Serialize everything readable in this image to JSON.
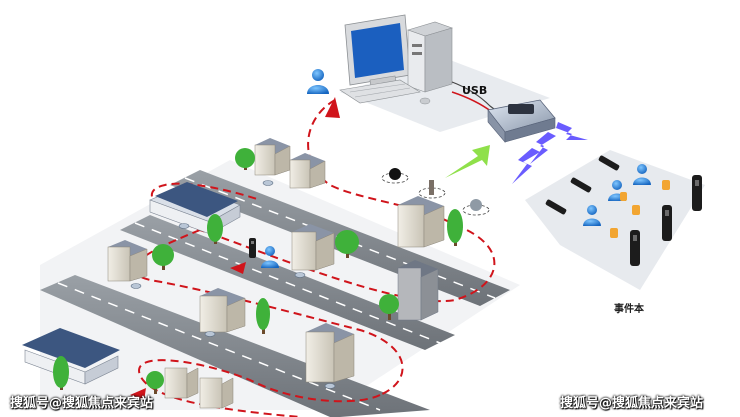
{
  "labels": {
    "usb": "USB",
    "event_book": "事件本"
  },
  "watermarks": {
    "left": "搜狐号@搜狐焦点来宾站",
    "right": "搜狐号@搜狐焦点来宾站"
  },
  "colors": {
    "route": "#d0141b",
    "road": "#8a8f96",
    "road_edge": "#5f646a",
    "ground": "#e9ecef",
    "tree": "#3fb13a",
    "wave": "#6a5cff",
    "link": "#8fe04a"
  }
}
